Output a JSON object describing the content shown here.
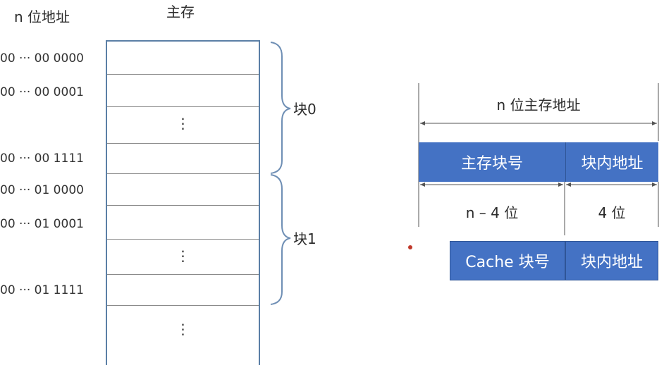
{
  "left": {
    "address_header": "n 位地址",
    "memory_header": "主存",
    "addresses": [
      "00 ··· 00 0000",
      "00 ··· 00 0001",
      "00 ··· 00 1111",
      "00 ··· 01 0000",
      "00 ··· 01 0001",
      "00 ··· 01 1111"
    ],
    "ellipsis": "⋮",
    "block_labels": [
      "块0",
      "块1"
    ]
  },
  "right": {
    "total_label": "n 位主存地址",
    "main_block_no": "主存块号",
    "in_block_addr": "块内地址",
    "high_bits": "n – 4 位",
    "low_bits": "4 位",
    "cache_block_no": "Cache 块号",
    "cache_in_block_addr": "块内地址"
  },
  "colors": {
    "field_fill": "#4472c4",
    "memory_border": "#5b7fa6",
    "brace": "#6f8fb5",
    "dot": "#c0392b"
  }
}
